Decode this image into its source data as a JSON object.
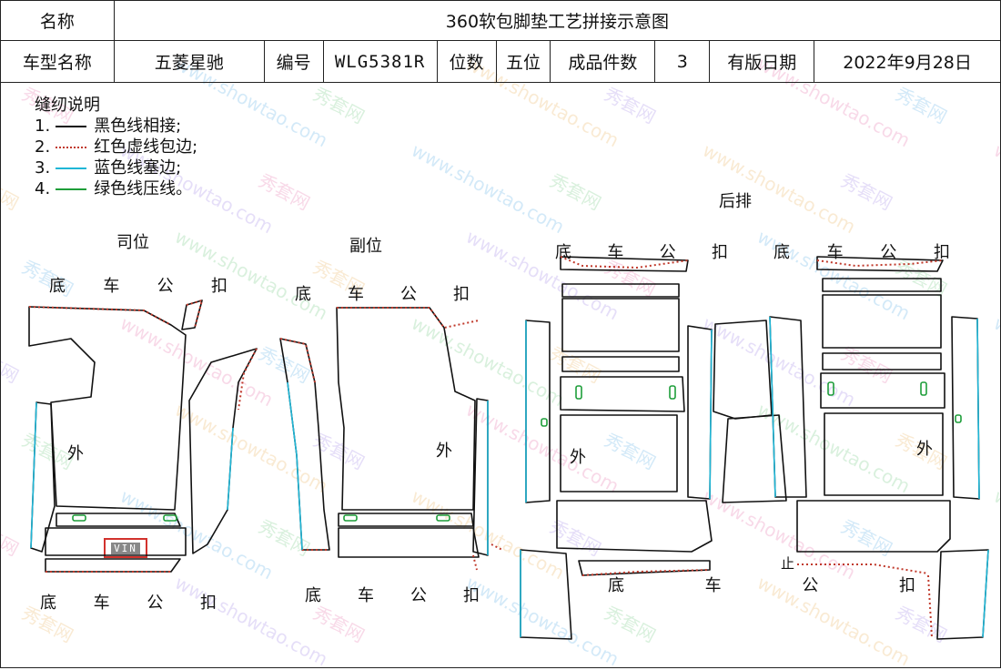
{
  "header": {
    "name_label": "名称",
    "title": "360软包脚垫工艺拼接示意图",
    "car_model_label": "车型名称",
    "car_model_value": "五菱星驰",
    "code_label": "编号",
    "code_value": "WLG5381R",
    "seats_label": "位数",
    "seats_value": "五位",
    "piece_count_label": "成品件数",
    "piece_count_value": "3",
    "version_date_label": "有版日期",
    "version_date_value": "2022年9月28日"
  },
  "legend": {
    "title": "缝纫说明",
    "items": [
      {
        "num": "1.",
        "text": "黑色线相接;",
        "color": "#111111",
        "style": "solid"
      },
      {
        "num": "2.",
        "text": "红色虚线包边;",
        "color": "#c0392b",
        "style": "dotted"
      },
      {
        "num": "3.",
        "text": "蓝色线塞边;",
        "color": "#1fb6d6",
        "style": "solid"
      },
      {
        "num": "4.",
        "text": "绿色线压线。",
        "color": "#1e9e3a",
        "style": "solid"
      }
    ]
  },
  "sections": {
    "driver": "司位",
    "passenger": "副位",
    "rear": "后排"
  },
  "marks": {
    "outside": "外",
    "vin": "VIN",
    "stop": "止"
  },
  "bottom_buckle_chars": [
    "底",
    "车",
    "公",
    "扣"
  ],
  "colors": {
    "outline": "#111111",
    "red_edge": "#c0392b",
    "blue_edge": "#1fb6d6",
    "green_line": "#1e9e3a"
  },
  "watermark": [
    "秀套网",
    "www.showtao.com"
  ]
}
